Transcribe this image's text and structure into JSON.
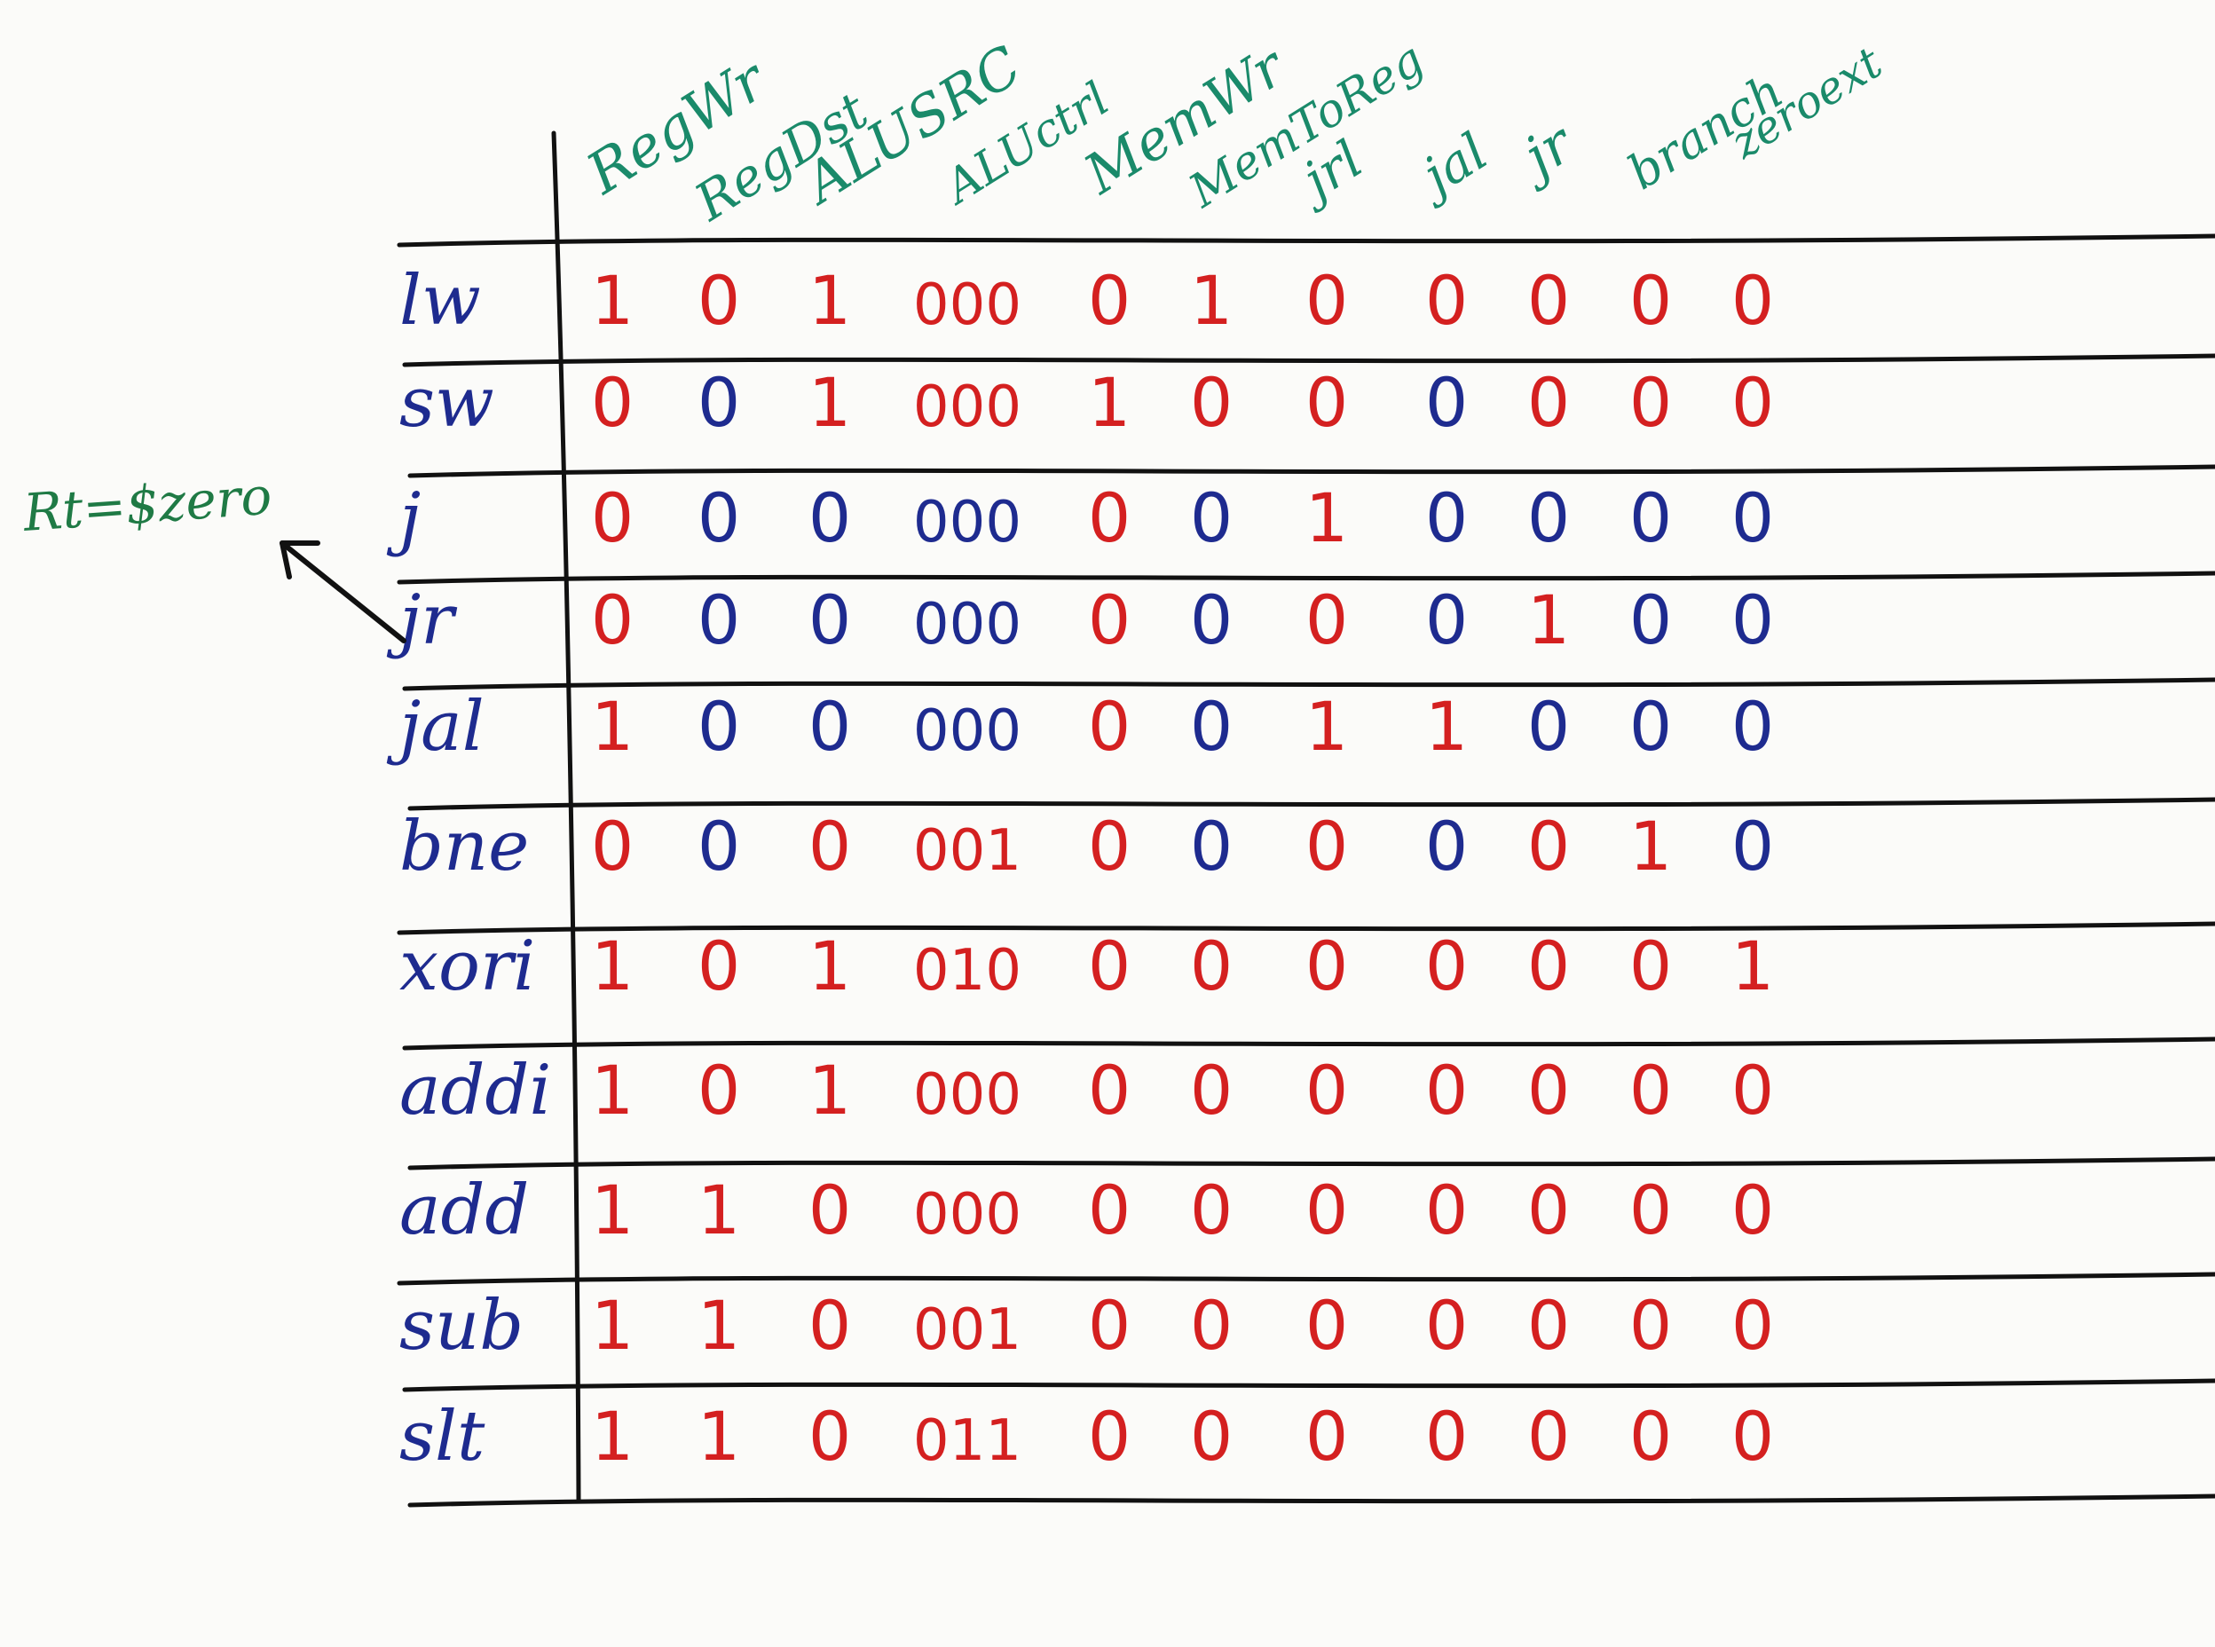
{
  "columns": [
    "RegWr",
    "RegDst",
    "ALUSRC",
    "ALUctrl",
    "MemWr",
    "MemToReg",
    "jrl",
    "jal",
    "jr",
    "branch",
    "zeroext"
  ],
  "rows": [
    {
      "op": "lw",
      "values": [
        "1",
        "0",
        "1",
        "000",
        "0",
        "1",
        "0",
        "0",
        "0",
        "0",
        "0"
      ]
    },
    {
      "op": "sw",
      "values": [
        "0",
        "0",
        "1",
        "000",
        "1",
        "0",
        "0",
        "0",
        "0",
        "0",
        "0"
      ]
    },
    {
      "op": "j",
      "values": [
        "0",
        "0",
        "0",
        "000",
        "0",
        "0",
        "1",
        "0",
        "0",
        "0",
        "0"
      ]
    },
    {
      "op": "jr",
      "values": [
        "0",
        "0",
        "0",
        "000",
        "0",
        "0",
        "0",
        "0",
        "1",
        "0",
        "0"
      ]
    },
    {
      "op": "jal",
      "values": [
        "1",
        "0",
        "0",
        "000",
        "0",
        "0",
        "1",
        "1",
        "0",
        "0",
        "0"
      ]
    },
    {
      "op": "bne",
      "values": [
        "0",
        "0",
        "0",
        "001",
        "0",
        "0",
        "0",
        "0",
        "0",
        "1",
        "0"
      ]
    },
    {
      "op": "xori",
      "values": [
        "1",
        "0",
        "1",
        "010",
        "0",
        "0",
        "0",
        "0",
        "0",
        "0",
        "1"
      ]
    },
    {
      "op": "addi",
      "values": [
        "1",
        "0",
        "1",
        "000",
        "0",
        "0",
        "0",
        "0",
        "0",
        "0",
        "0"
      ]
    },
    {
      "op": "add",
      "values": [
        "1",
        "1",
        "0",
        "000",
        "0",
        "0",
        "0",
        "0",
        "0",
        "0",
        "0"
      ]
    },
    {
      "op": "sub",
      "values": [
        "1",
        "1",
        "0",
        "001",
        "0",
        "0",
        "0",
        "0",
        "0",
        "0",
        "0"
      ]
    },
    {
      "op": "slt",
      "values": [
        "1",
        "1",
        "0",
        "011",
        "0",
        "0",
        "0",
        "0",
        "0",
        "0",
        "0"
      ]
    }
  ],
  "cell_colors": [
    [
      "red",
      "red",
      "red",
      "red",
      "red",
      "red",
      "red",
      "red",
      "red",
      "red",
      "red"
    ],
    [
      "red",
      "navy",
      "red",
      "red",
      "red",
      "red",
      "red",
      "navy",
      "red",
      "red",
      "red"
    ],
    [
      "red",
      "navy",
      "navy",
      "navy",
      "red",
      "navy",
      "red",
      "navy",
      "navy",
      "navy",
      "navy"
    ],
    [
      "red",
      "navy",
      "navy",
      "navy",
      "red",
      "navy",
      "red",
      "navy",
      "red",
      "navy",
      "navy"
    ],
    [
      "red",
      "navy",
      "navy",
      "navy",
      "red",
      "navy",
      "red",
      "red",
      "navy",
      "navy",
      "navy"
    ],
    [
      "red",
      "navy",
      "red",
      "red",
      "red",
      "navy",
      "red",
      "navy",
      "red",
      "red",
      "navy"
    ],
    [
      "red",
      "red",
      "red",
      "red",
      "red",
      "red",
      "red",
      "red",
      "red",
      "red",
      "red"
    ],
    [
      "red",
      "red",
      "red",
      "red",
      "red",
      "red",
      "red",
      "red",
      "red",
      "red",
      "red"
    ],
    [
      "red",
      "red",
      "red",
      "red",
      "red",
      "red",
      "red",
      "red",
      "red",
      "red",
      "red"
    ],
    [
      "red",
      "red",
      "red",
      "red",
      "red",
      "red",
      "red",
      "red",
      "red",
      "red",
      "red"
    ],
    [
      "red",
      "red",
      "red",
      "red",
      "red",
      "red",
      "red",
      "red",
      "red",
      "red",
      "red"
    ]
  ],
  "annotation": {
    "text": "Rt=$zero",
    "points_to": "jr"
  },
  "colors": {
    "header": "#1a8a6a",
    "opcode": "#1e2b8f",
    "red": "#d42020",
    "navy": "#1e2b8f",
    "annotation": "#1f7a45",
    "ink": "#111111"
  }
}
